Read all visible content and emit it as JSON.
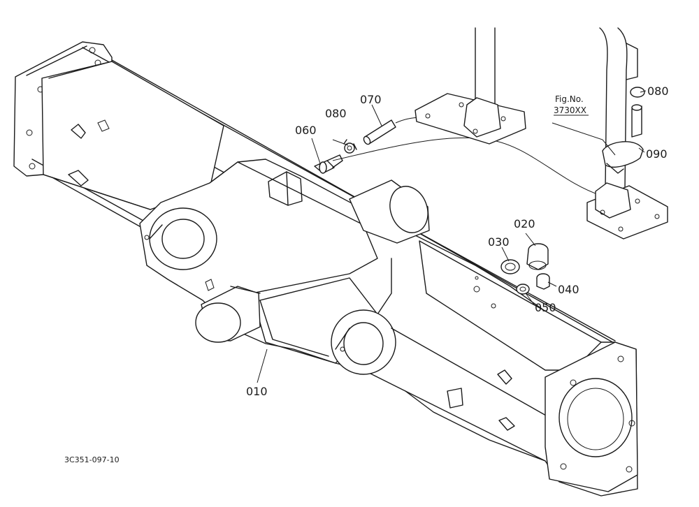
{
  "parts": [
    {
      "callout": "010"
    },
    {
      "callout": "020"
    },
    {
      "callout": "030"
    },
    {
      "callout": "040"
    },
    {
      "callout": "050"
    },
    {
      "callout": "060"
    },
    {
      "callout": "070"
    },
    {
      "callout": "080"
    },
    {
      "callout": "080"
    },
    {
      "callout": "090"
    }
  ],
  "reference": {
    "line1": "Fig.No.",
    "line2": "3730XX"
  },
  "drawing_code": "3C351-097-10"
}
